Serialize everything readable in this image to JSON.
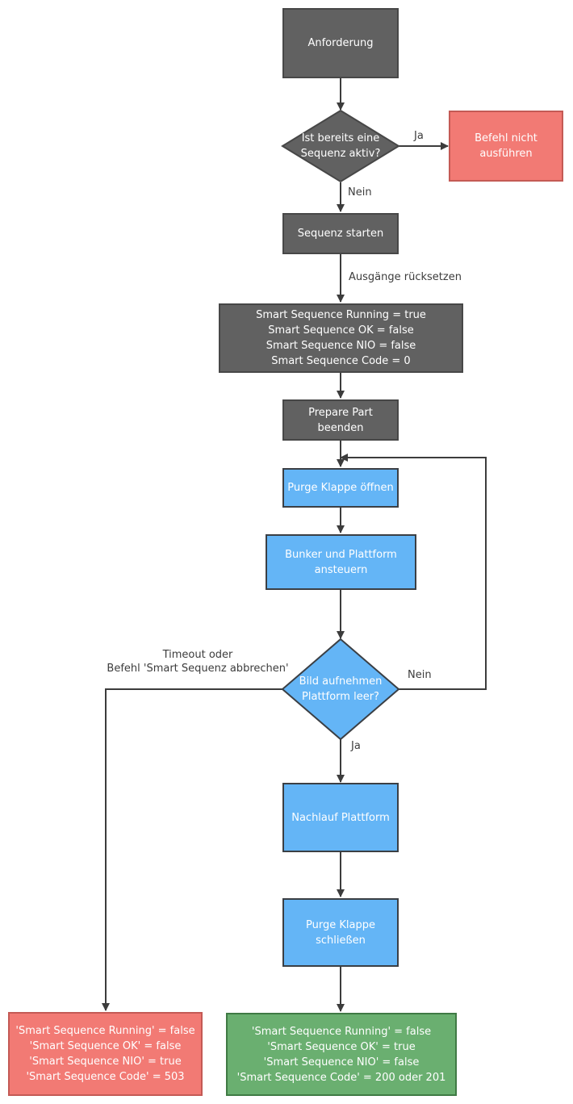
{
  "colors": {
    "process": "#616161",
    "active": "#64b5f6",
    "error": "#f27a74",
    "success": "#6aaf70",
    "connector": "#3c3c3c"
  },
  "nodes": {
    "anforderung": "Anforderung",
    "decision_active": "Ist bereits eine\nSequenz aktiv?",
    "befehl_nicht": "Befehl nicht\nausführen",
    "sequenz_starten": "Sequenz starten",
    "reset_outputs": "Smart Sequence Running = true\nSmart Sequence OK = false\nSmart Sequence NIO = false\nSmart Sequence Code = 0",
    "prepare_part": "Prepare Part\nbeenden",
    "purge_open": "Purge Klappe öffnen",
    "bunker": "Bunker und Plattform\nansteuern",
    "decision_image": "Bild aufnehmen\nPlattform leer?",
    "nachlauf": "Nachlauf Plattform",
    "purge_close": "Purge Klappe\nschließen",
    "result_error": "'Smart Sequence Running' = false\n'Smart Sequence OK' = false\n'Smart Sequence NIO' = true\n'Smart Sequence Code' = 503",
    "result_ok": "'Smart Sequence Running' = false\n'Smart Sequence OK' = true\n'Smart Sequence NIO' = false\n'Smart Sequence Code' = 200 oder 201"
  },
  "labels": {
    "ja_1": "Ja",
    "nein_1": "Nein",
    "reset_note": "Ausgänge rücksetzen",
    "timeout": "Timeout oder\nBefehl 'Smart Sequenz abbrechen'",
    "nein_2": "Nein",
    "ja_2": "Ja"
  }
}
